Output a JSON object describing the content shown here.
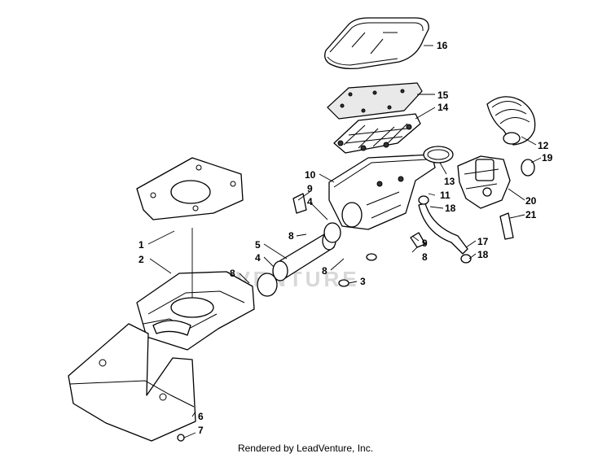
{
  "watermark": "EVENTURE",
  "footer": "Rendered by LeadVenture, Inc.",
  "callouts": [
    {
      "id": "16",
      "label": "16"
    },
    {
      "id": "15",
      "label": "15"
    },
    {
      "id": "14",
      "label": "14"
    },
    {
      "id": "12",
      "label": "12"
    },
    {
      "id": "19",
      "label": "19"
    },
    {
      "id": "13",
      "label": "13"
    },
    {
      "id": "10",
      "label": "10"
    },
    {
      "id": "11",
      "label": "11"
    },
    {
      "id": "9a",
      "label": "9"
    },
    {
      "id": "4a",
      "label": "4"
    },
    {
      "id": "18a",
      "label": "18"
    },
    {
      "id": "20",
      "label": "20"
    },
    {
      "id": "21",
      "label": "21"
    },
    {
      "id": "8a",
      "label": "8"
    },
    {
      "id": "1",
      "label": "1"
    },
    {
      "id": "5",
      "label": "5"
    },
    {
      "id": "2",
      "label": "2"
    },
    {
      "id": "4b",
      "label": "4"
    },
    {
      "id": "9b",
      "label": "9"
    },
    {
      "id": "17",
      "label": "17"
    },
    {
      "id": "18b",
      "label": "18"
    },
    {
      "id": "8b",
      "label": "8"
    },
    {
      "id": "8c",
      "label": "8"
    },
    {
      "id": "8d",
      "label": "8"
    },
    {
      "id": "3",
      "label": "3"
    },
    {
      "id": "6",
      "label": "6"
    },
    {
      "id": "7",
      "label": "7"
    }
  ]
}
